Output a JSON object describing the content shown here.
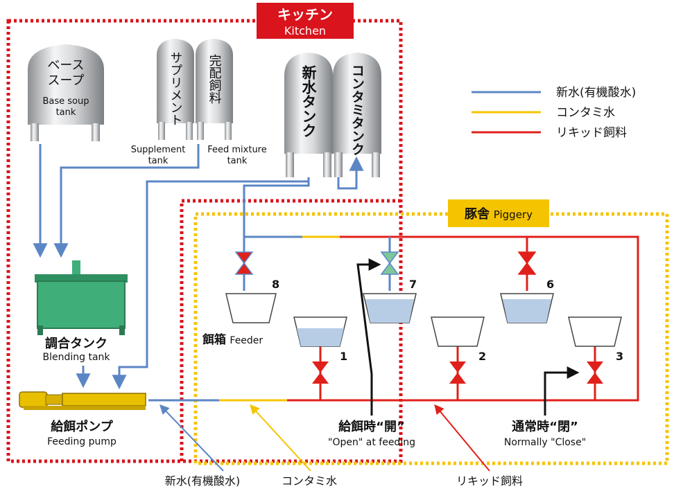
{
  "colors": {
    "water": "#5b86c5",
    "contam": "#f5c400",
    "liquid": "#e0201a",
    "kitchen_border": "#d9141c",
    "piggery_border": "#f5c400",
    "blending_tank": "#3fae78",
    "pump": "#e9c000",
    "valve_red": "#e0201a",
    "valve_green": "#7dc79a"
  },
  "kitchen": {
    "title_jp": "キッチン",
    "title_en": "Kitchen"
  },
  "piggery": {
    "title_jp": "豚舎",
    "title_en": "Piggery"
  },
  "tanks": {
    "base_soup_jp_1": "ベース",
    "base_soup_jp_2": "スープ",
    "base_soup_en_1": "Base soup",
    "base_soup_en_2": "tank",
    "supplement_jp": "サプリメント",
    "supplement_en_1": "Supplement",
    "supplement_en_2": "tank",
    "feed_mixture_jp": "完配飼料",
    "feed_mixture_en_1": "Feed mixture",
    "feed_mixture_en_2": "tank",
    "fresh_water_jp": "新水タンク",
    "contam_jp": "コンタミタンク"
  },
  "legend": [
    {
      "label": "新水(有機酸水)",
      "color": "#5b86c5"
    },
    {
      "label": "コンタミ水",
      "color": "#f5c400"
    },
    {
      "label": "リキッド飼料",
      "color": "#e0201a"
    }
  ],
  "blending": {
    "jp": "調合タンク",
    "en": "Blending tank"
  },
  "pump": {
    "jp": "給餌ポンプ",
    "en": "Feeding pump"
  },
  "feeder": {
    "jp": "餌箱",
    "en": "Feeder"
  },
  "valves": [
    "1",
    "2",
    "3",
    "6",
    "7",
    "8"
  ],
  "open_note": {
    "jp": "給餌時“開”",
    "en": "\"Open\" at feeding"
  },
  "close_note": {
    "jp": "通常時“閉”",
    "en": "Normally \"Close\""
  },
  "bottom_labels": {
    "water": "新水(有機酸水)",
    "contam": "コンタミ水",
    "liquid": "リキッド飼料"
  }
}
